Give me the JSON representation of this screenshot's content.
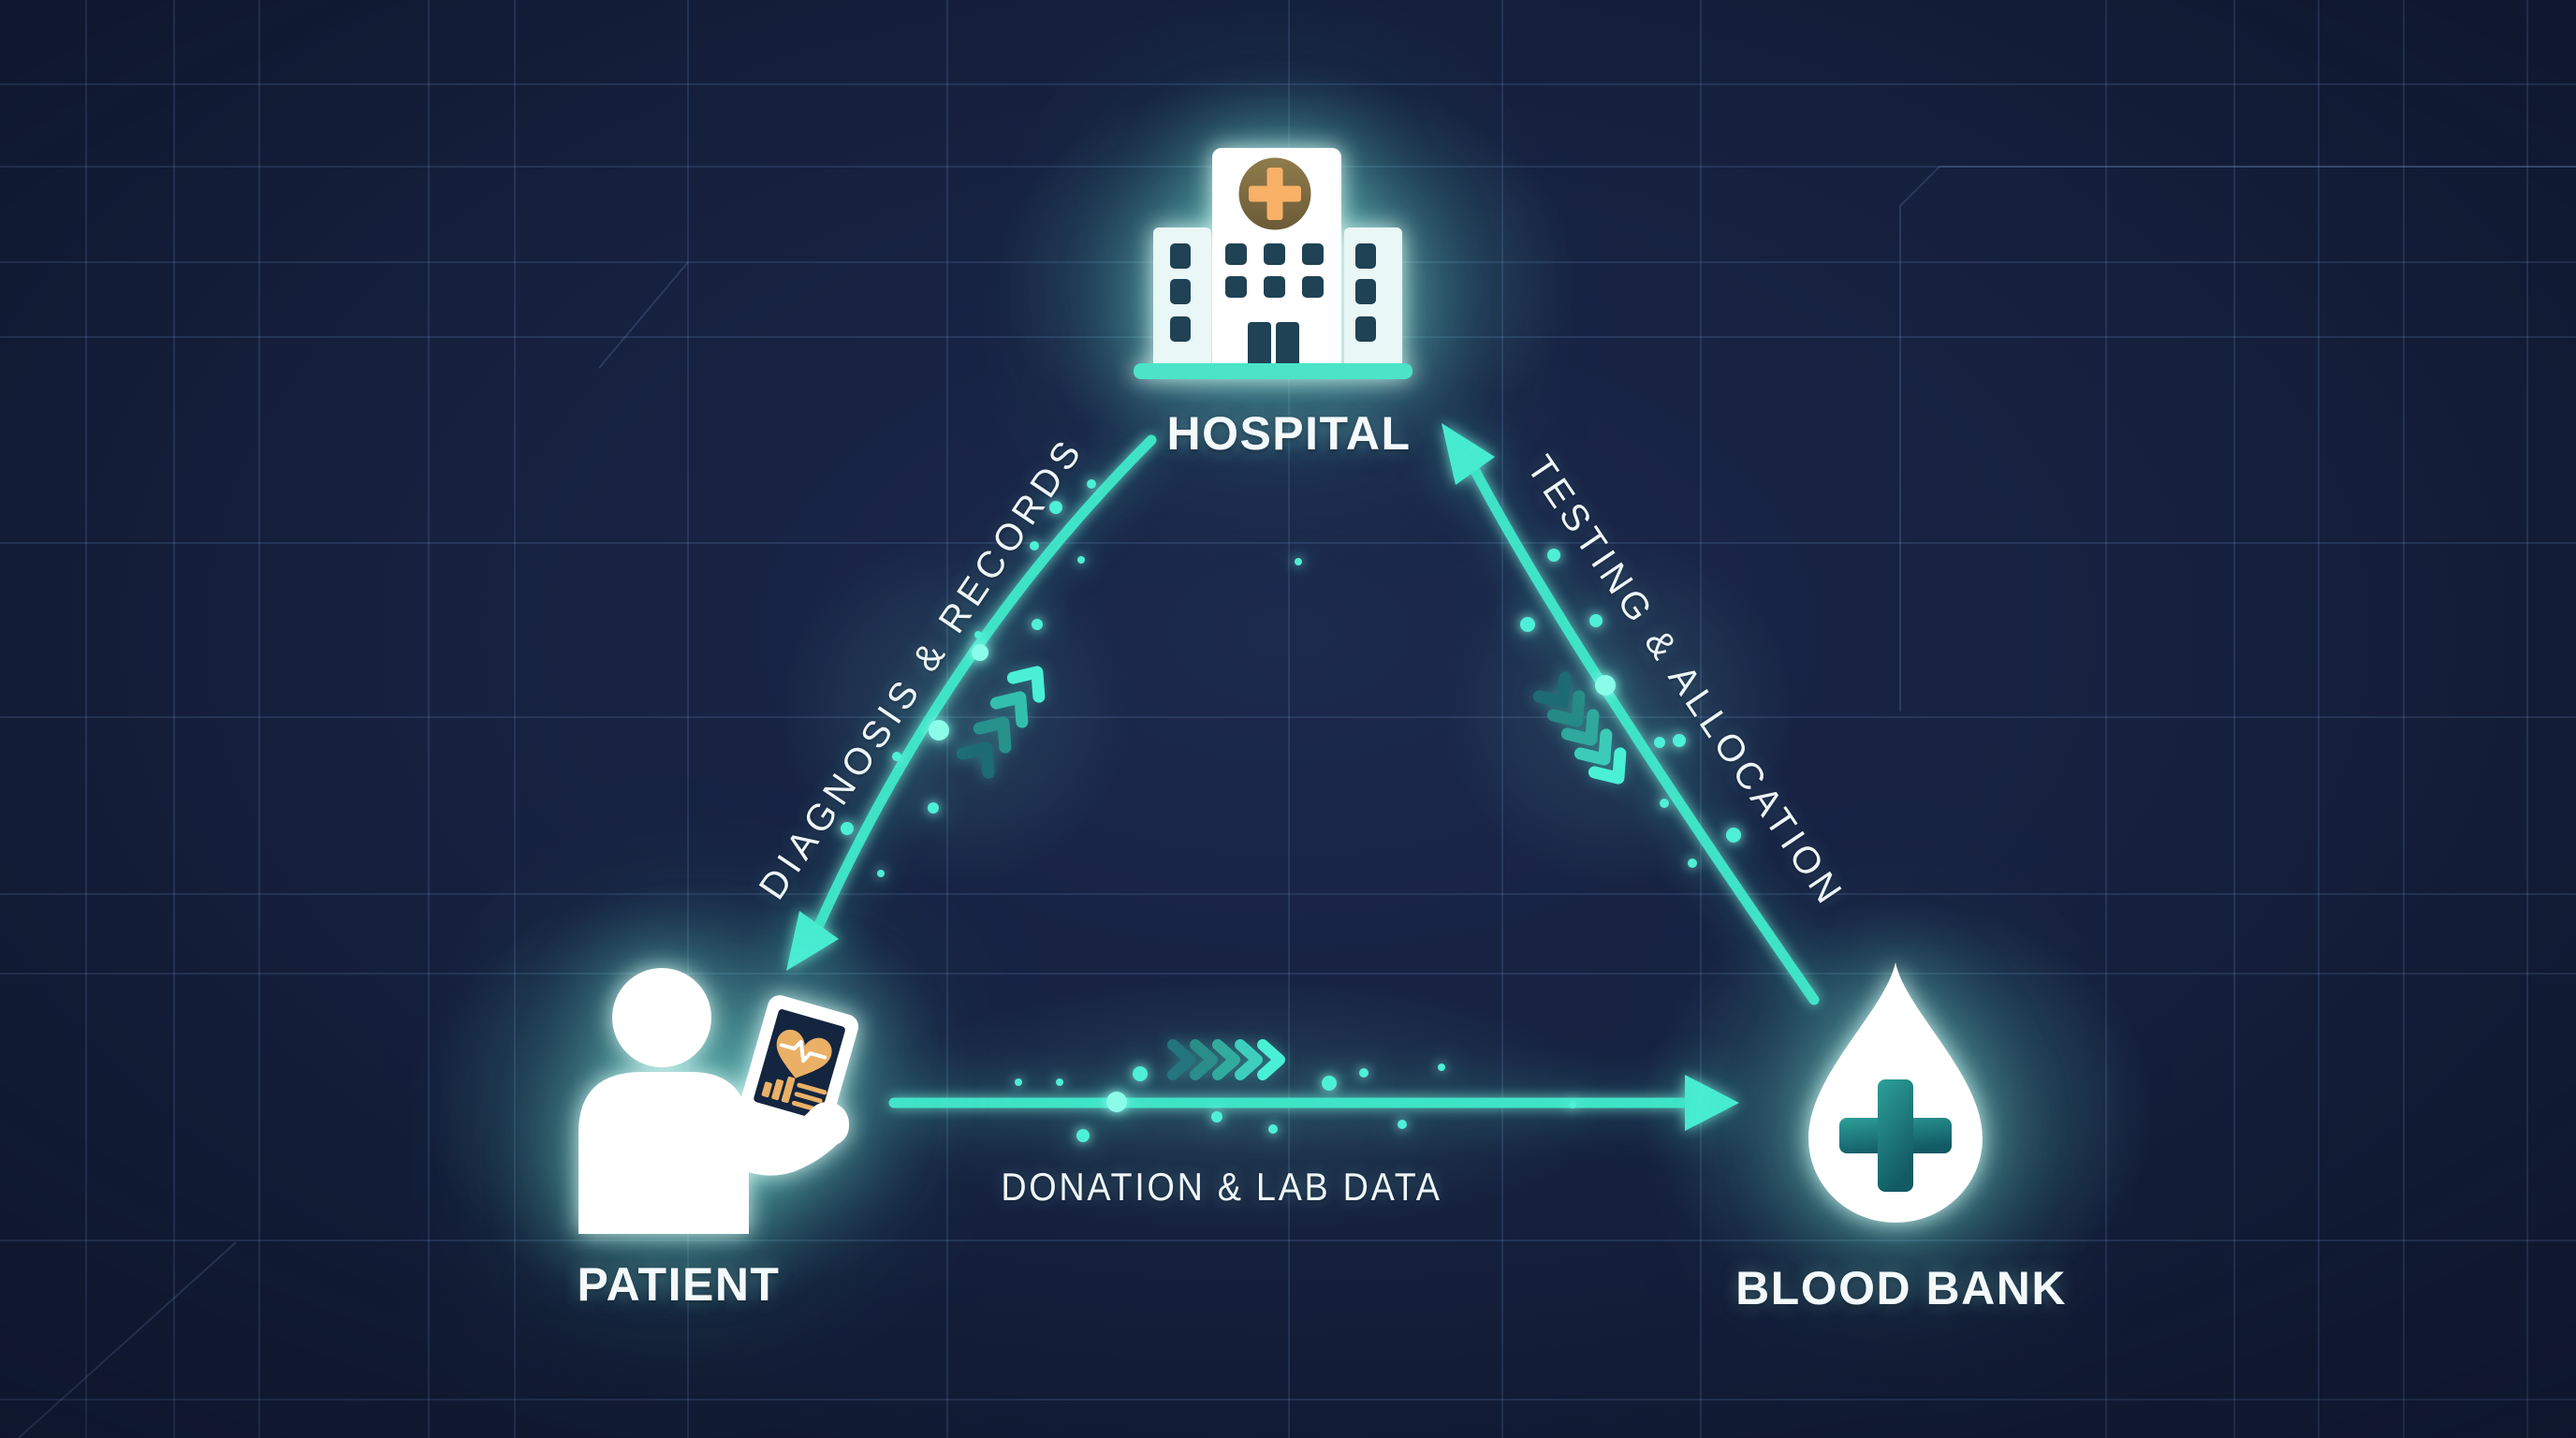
{
  "diagram": {
    "background_color": "#15203d",
    "accent_color": "#3fe3c7",
    "glow_dot_color": "#4df0d6",
    "text_color": "#f4fafc",
    "nodes": [
      {
        "id": "hospital",
        "label": "HOSPITAL",
        "icon": "hospital-building-icon",
        "icon_colors": {
          "building": "#ffffff",
          "cross": "#f8b166",
          "cross_badge": "#7e6c43",
          "base_bar": "#4be4c9",
          "windows": "#1f4254"
        }
      },
      {
        "id": "patient",
        "label": "PATIENT",
        "icon": "patient-with-tablet-icon",
        "icon_colors": {
          "person": "#ffffff",
          "tablet_frame": "#ffffff",
          "tablet_screen": "#14253f",
          "screen_graphics": "#eab066"
        }
      },
      {
        "id": "blood_bank",
        "label": "BLOOD BANK",
        "icon": "blood-drop-icon",
        "icon_colors": {
          "drop": "#ffffff",
          "cross": "#1d7f7e"
        }
      }
    ],
    "edges": [
      {
        "id": "diagnosis",
        "label": "DIAGNOSIS & RECORDS",
        "from": "HOSPITAL",
        "to": "PATIENT"
      },
      {
        "id": "donation",
        "label": "DONATION & LAB DATA",
        "from": "PATIENT",
        "to": "BLOOD BANK"
      },
      {
        "id": "testing",
        "label": "TESTING & ALLOCATION",
        "from": "BLOOD BANK",
        "to": "HOSPITAL"
      }
    ]
  }
}
